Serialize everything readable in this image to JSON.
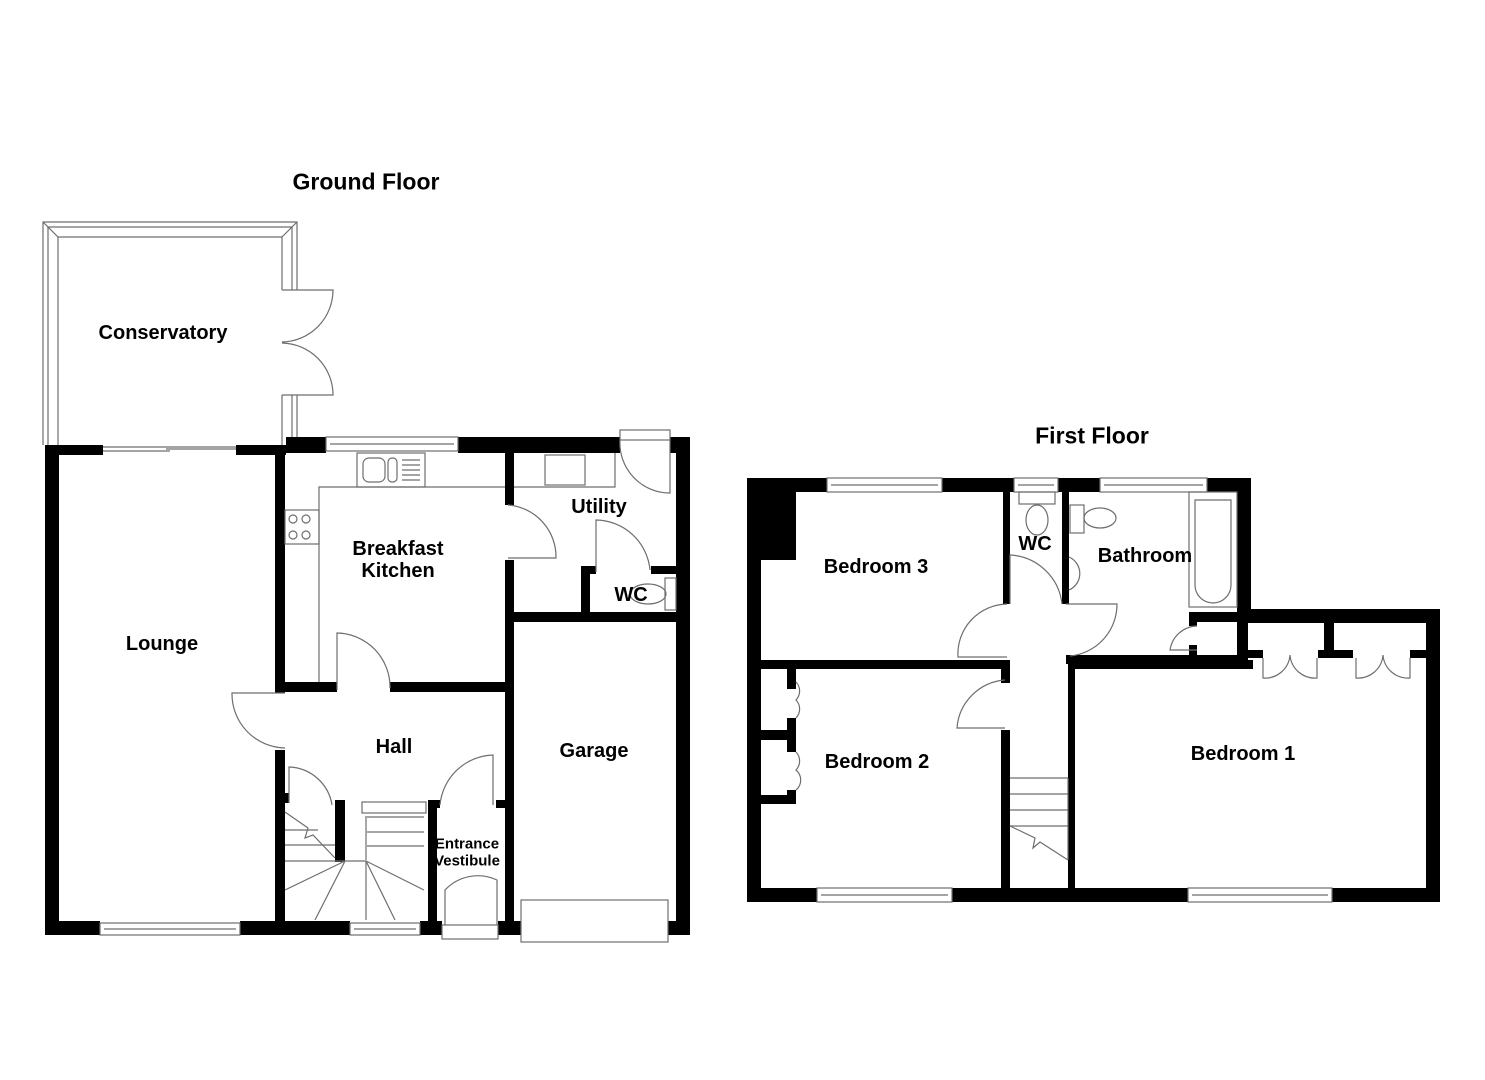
{
  "floors": [
    {
      "title": "Ground Floor",
      "rooms": [
        {
          "name": "Conservatory"
        },
        {
          "name": "Lounge"
        },
        {
          "name": "Breakfast Kitchen",
          "lines": [
            "Breakfast",
            "Kitchen"
          ]
        },
        {
          "name": "Utility"
        },
        {
          "name": "WC"
        },
        {
          "name": "Hall"
        },
        {
          "name": "Entrance Vestibule",
          "lines": [
            "Entrance",
            "Vestibule"
          ]
        },
        {
          "name": "Garage"
        }
      ]
    },
    {
      "title": "First Floor",
      "rooms": [
        {
          "name": "Bedroom 3"
        },
        {
          "name": "WC"
        },
        {
          "name": "Bathroom"
        },
        {
          "name": "Bedroom 2"
        },
        {
          "name": "Bedroom 1"
        }
      ]
    }
  ],
  "colors": {
    "wall": "#000000",
    "fixture_line": "#6e6e6e",
    "background": "#ffffff"
  }
}
